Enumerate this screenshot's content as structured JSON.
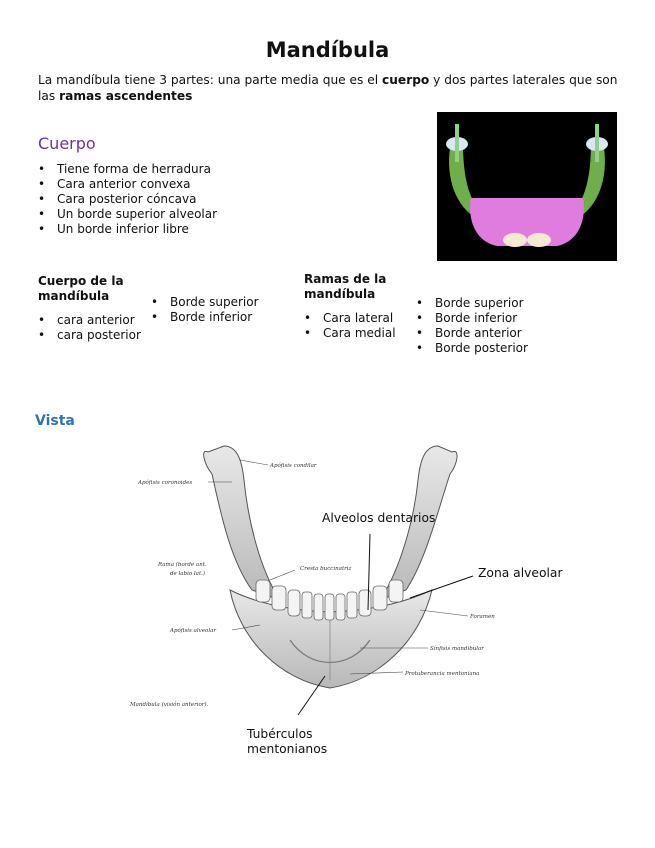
{
  "title": "Mandíbula",
  "intro": {
    "part1": "La mandíbula tiene 3 partes: una parte media que es el ",
    "bold1": "cuerpo",
    "part2": " y dos partes laterales que son las ",
    "bold2": "ramas ascendentes"
  },
  "cuerpo_section": {
    "heading": "Cuerpo",
    "bullets": [
      "Tiene forma de herradura",
      "Cara anterior convexa",
      "Cara posterior cóncava",
      "Un borde superior alveolar",
      "Un borde inferior libre"
    ]
  },
  "cuerpo_mandibula": {
    "heading_line1": "Cuerpo de la",
    "heading_line2": "mandíbula",
    "caras": [
      "cara anterior",
      "cara posterior"
    ],
    "bordes": [
      "Borde superior",
      "Borde inferior"
    ]
  },
  "ramas_mandibula": {
    "heading_line1": "Ramas de la",
    "heading_line2": "mandíbula",
    "caras": [
      "Cara lateral",
      "Cara medial"
    ],
    "bordes": [
      "Borde superior",
      "Borde inferior",
      "Borde anterior",
      "Borde posterior"
    ]
  },
  "vista": {
    "heading": "Vista",
    "callouts": {
      "alveolos": "Alveolos dentarios",
      "zona": "Zona alveolar",
      "tub_line1": "Tubérculos",
      "tub_line2": "mentonianos"
    },
    "figure_labels": {
      "apofisis_condilar": "Apófisis condilar",
      "apofisis_coronoides": "Apófisis coronoides",
      "rama_line1": "Rama (borde ant.",
      "rama_line2": "de labio lat.)",
      "cresta": "Cresta buccinatriz",
      "foramen": "Foramen",
      "apofisis_alveolar": "Apófisis alveolar",
      "sinfisis": "Sínfisis mandibular",
      "protuberancia": "Protuberancia mentoniana",
      "caption": "Mandíbula (visión anterior)."
    }
  },
  "colors": {
    "heading_purple": "#7030a0",
    "heading_blue": "#2e74b5",
    "model_pink": "#e07be0",
    "model_green": "#6fae4a",
    "model_orange": "#f0a05a"
  }
}
